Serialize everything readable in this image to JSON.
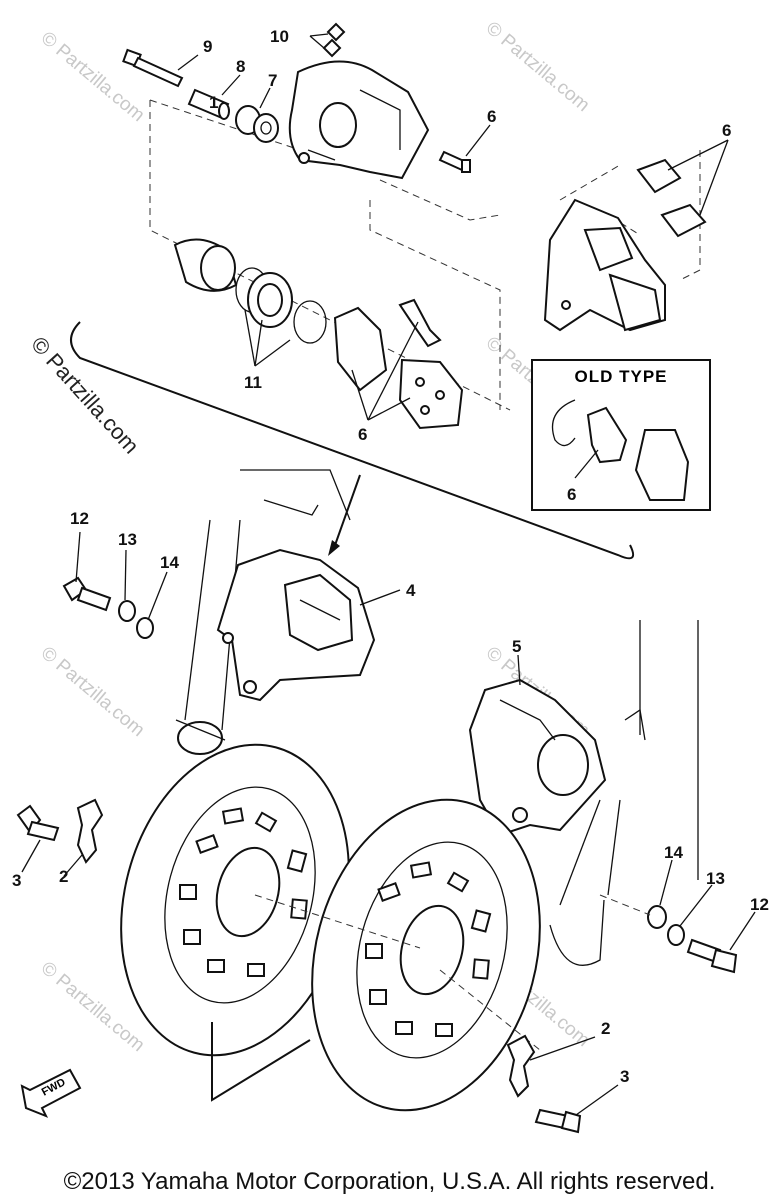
{
  "diagram": {
    "inset_title": "OLD TYPE",
    "fwd_label": "FWD",
    "watermark": "© Partzilla.com",
    "callouts": [
      "1",
      "2",
      "2",
      "3",
      "3",
      "4",
      "5",
      "6",
      "6",
      "6",
      "6",
      "7",
      "8",
      "9",
      "10",
      "11",
      "12",
      "12",
      "13",
      "13",
      "14",
      "14"
    ]
  },
  "footer": {
    "copyright": "©2013 Yamaha Motor Corporation, U.S.A. All rights reserved."
  }
}
